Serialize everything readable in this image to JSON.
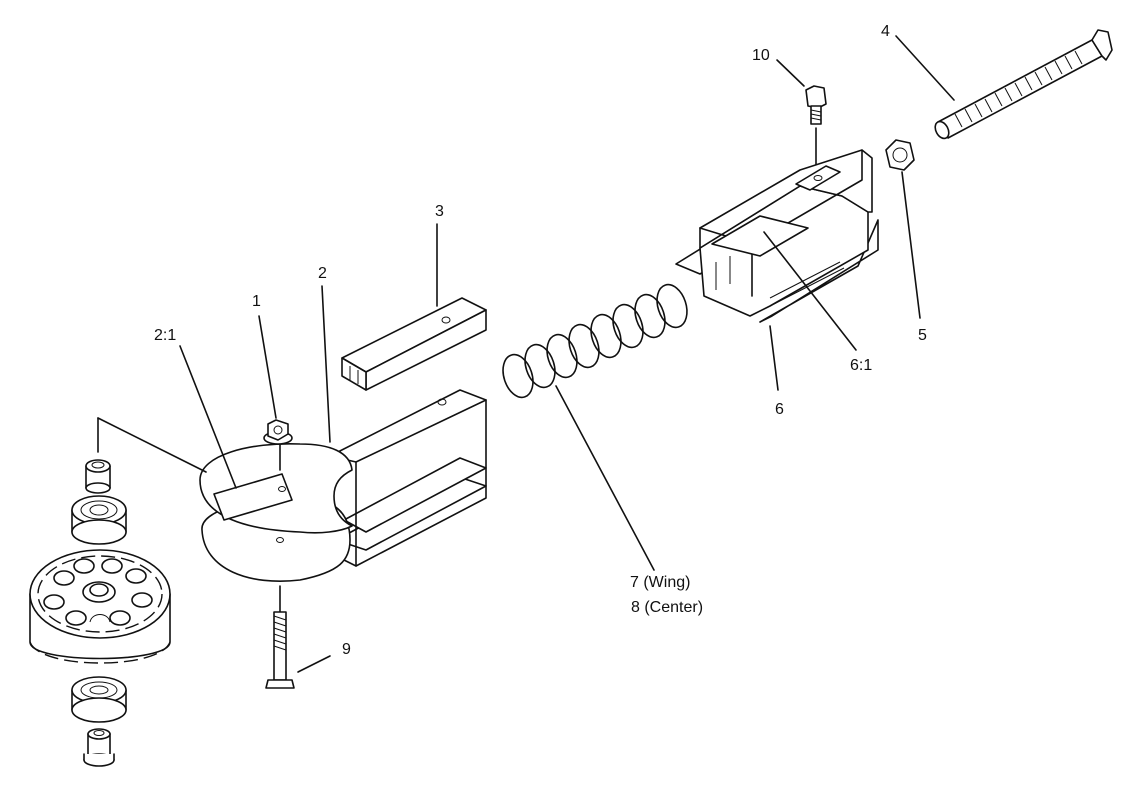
{
  "callouts": {
    "c1": "1",
    "c2": "2",
    "c2_1": "2:1",
    "c3": "3",
    "c4": "4",
    "c5": "5",
    "c6": "6",
    "c6_1": "6:1",
    "c7": "7 (Wing)",
    "c8": "8 (Center)",
    "c9": "9",
    "c10": "10"
  }
}
